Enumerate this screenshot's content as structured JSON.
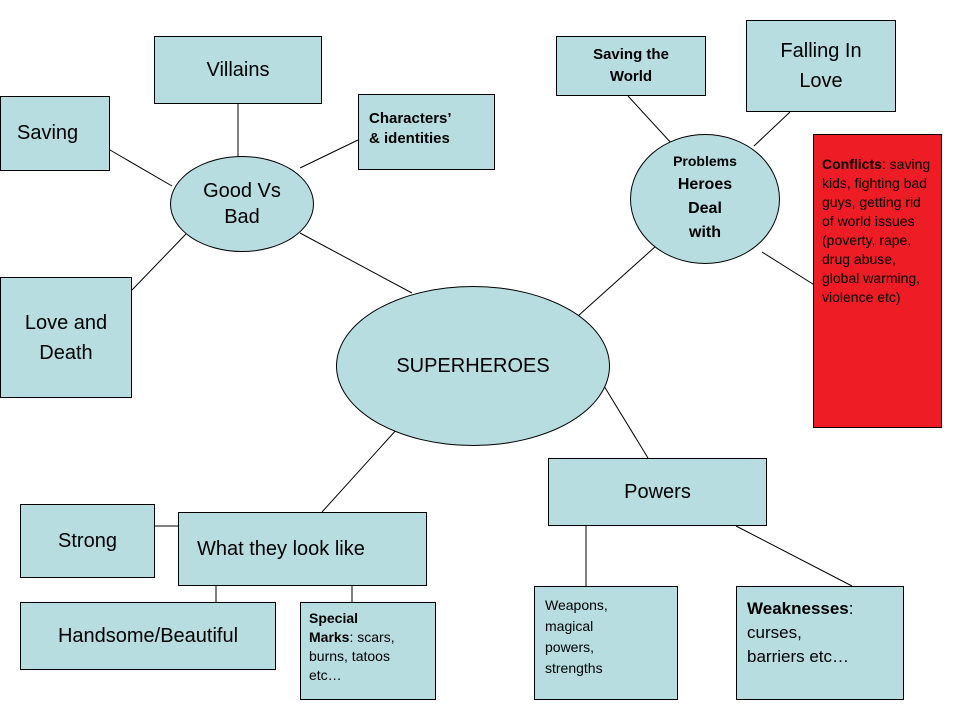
{
  "center": {
    "label": "SUPERHEROES"
  },
  "good_vs_bad": {
    "label": "Good Vs\nBad",
    "children": {
      "villains": "Villains",
      "saving": "Saving",
      "characters": "Characters’\n& identities",
      "love_death": "Love and\nDeath"
    }
  },
  "problems": {
    "line1": "Problems",
    "line2": "Heroes\nDeal\nwith",
    "children": {
      "saving_world": "Saving the\nWorld",
      "falling_love": "Falling In\nLove",
      "conflicts_label": "Conflicts",
      "conflicts_text": ": saving kids, fighting bad guys, getting rid of world issues (poverty, rape, drug abuse, global warming, violence etc)"
    }
  },
  "powers": {
    "label": "Powers",
    "children": {
      "weapons": "Weapons,\nmagical\npowers,\nstrengths",
      "weaknesses_label": "Weaknesses",
      "weaknesses_text": ":\ncurses,\nbarriers etc…"
    }
  },
  "look": {
    "label": "What they look like",
    "children": {
      "strong": "Strong",
      "handsome": "Handsome/Beautiful",
      "special_label": "Special\nMarks",
      "special_text": ": scars,\nburns, tatoos\netc…"
    }
  },
  "colors": {
    "node_fill": "#b7dde1",
    "highlight_fill": "#ee1c25",
    "stroke": "#000000"
  }
}
